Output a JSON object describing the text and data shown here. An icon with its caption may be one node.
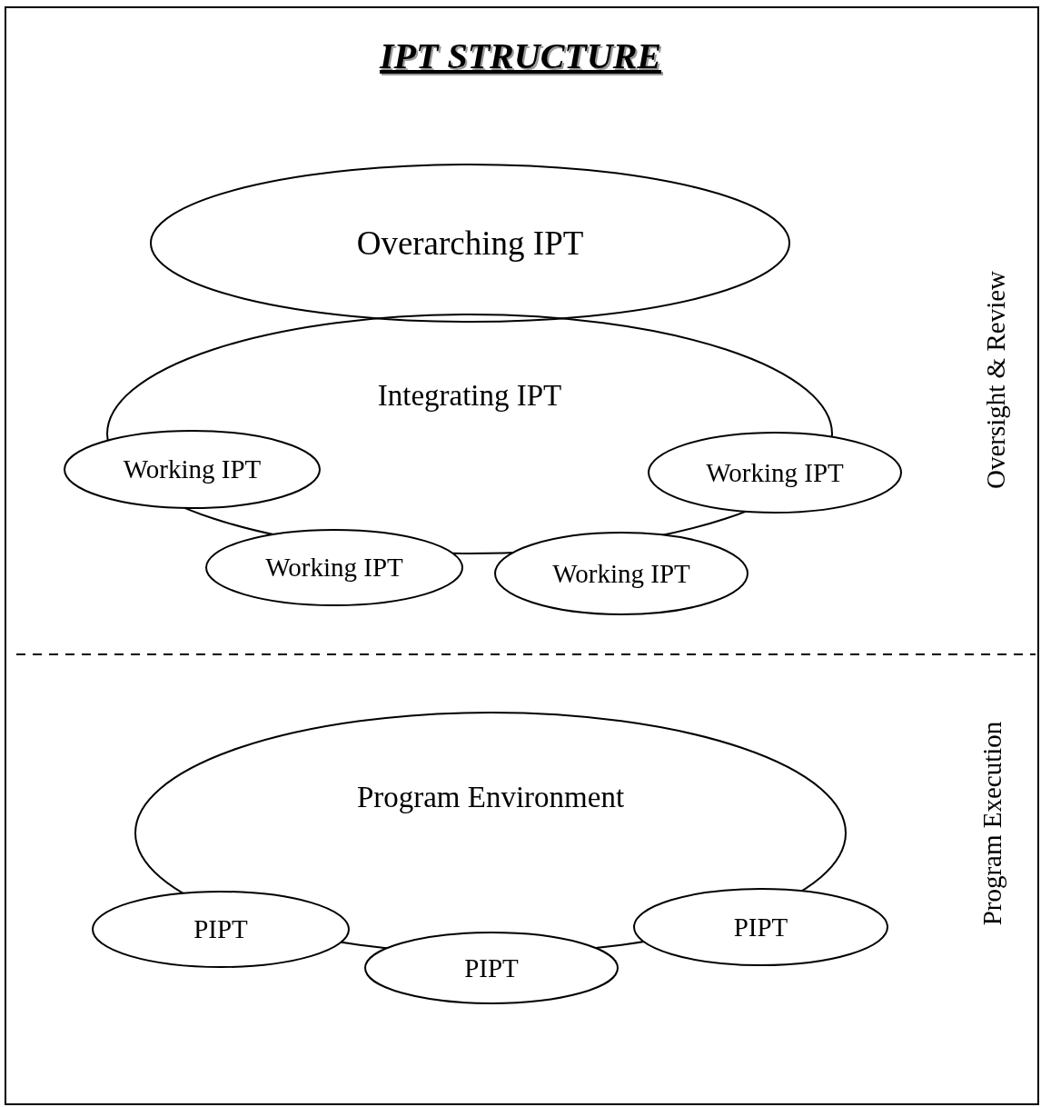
{
  "diagram": {
    "title": "IPT STRUCTURE",
    "nodes": [
      {
        "text": [
          "Overarching IPT"
        ]
      },
      {
        "text": [
          "Integrating IPT"
        ]
      },
      {
        "text": [
          "Working IPT"
        ]
      },
      {
        "text": [
          "Working IPT"
        ]
      },
      {
        "text": [
          "Working IPT"
        ]
      },
      {
        "text": [
          "Working IPT"
        ]
      },
      {
        "text": [
          "Program Environment"
        ]
      },
      {
        "text": [
          "PIPT"
        ]
      },
      {
        "text": [
          "PIPT"
        ]
      },
      {
        "text": [
          "PIPT"
        ]
      }
    ],
    "edges": [],
    "labels": [
      "Oversight & Review",
      "Program Execution"
    ]
  }
}
